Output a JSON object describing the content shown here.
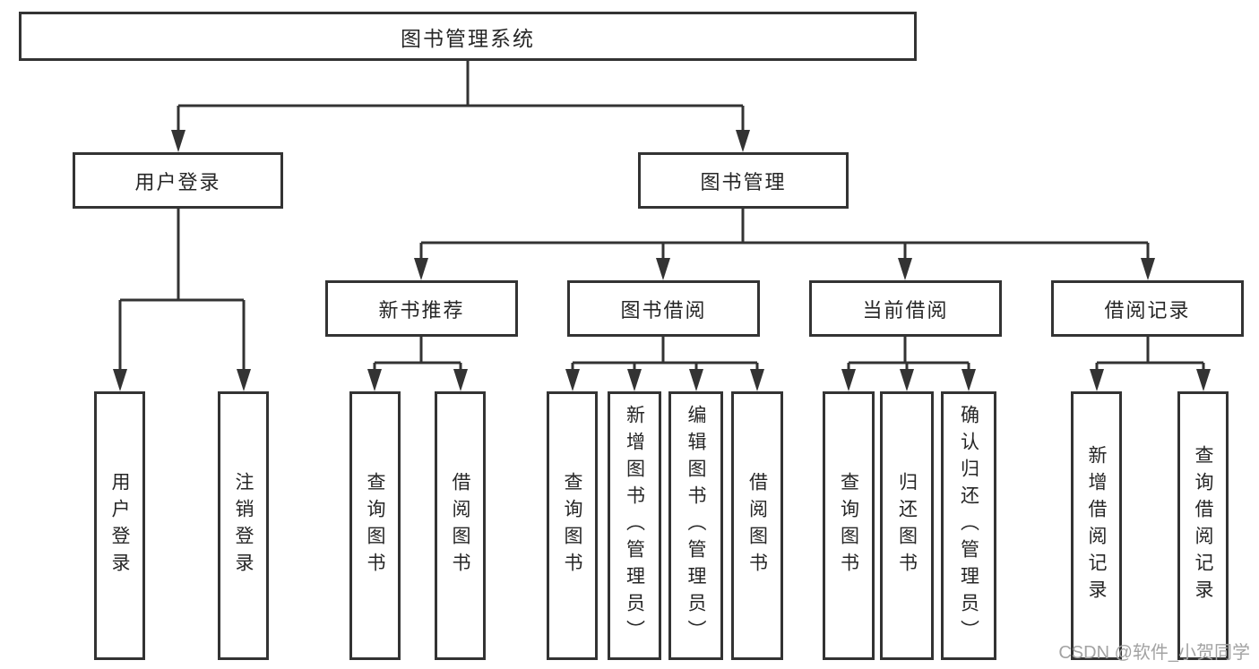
{
  "diagram": {
    "root": "图书管理系统",
    "level2": {
      "user_login": "用户登录",
      "book_management": "图书管理"
    },
    "level3": {
      "new_books": "新书推荐",
      "book_borrowing": "图书借阅",
      "current_borrowing": "当前借阅",
      "borrowing_records": "借阅记录"
    },
    "leaves": {
      "login_group": [
        "用户登录",
        "注销登录"
      ],
      "new_books_group": [
        "查询图书",
        "借阅图书"
      ],
      "borrowing_group": [
        "查询图书",
        "新增图书（管理员）",
        "编辑图书（管理员）",
        "借阅图书"
      ],
      "current_group": [
        "查询图书",
        "归还图书",
        "确认归还（管理员）"
      ],
      "records_group": [
        "新增借阅记录",
        "查询借阅记录"
      ]
    }
  },
  "watermark": "CSDN @软件_小贺同学",
  "colors": {
    "line": "#333333",
    "box_border": "#333333",
    "text": "#262626",
    "watermark": "#a3a3a3",
    "background": "#ffffff"
  }
}
